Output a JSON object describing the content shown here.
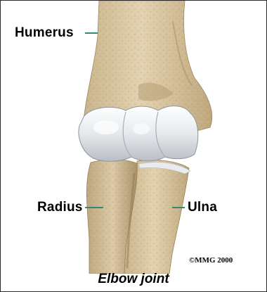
{
  "labels": {
    "humerus": "Humerus",
    "radius": "Radius",
    "ulna": "Ulna"
  },
  "copyright": "©MMG 2000",
  "caption": "Elbow joint",
  "colors": {
    "bone": "#d9c6a2",
    "bone_shadow": "#b49b72",
    "cartilage": "#e8ebee",
    "leader_line": "#2f8c74",
    "text": "#000000"
  }
}
